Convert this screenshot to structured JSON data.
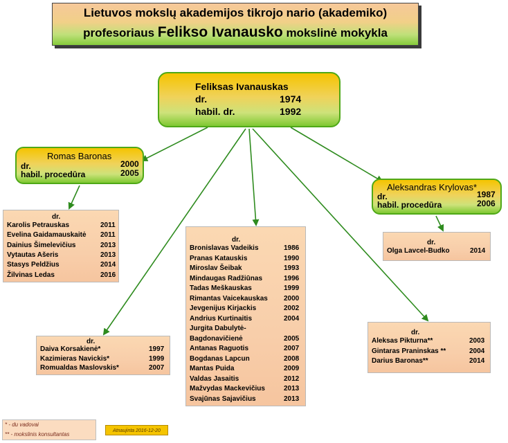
{
  "title": {
    "line1": "Lietuvos mokslų akademijos  tikrojo nario  (akademiko)",
    "line2_prefix": "profesoriaus ",
    "line2_name": "Felikso Ivanausko",
    "line2_suffix": "  mokslinė mokykla"
  },
  "root": {
    "name": "Feliksas  Ivanauskas",
    "dr_label": "dr.",
    "dr_year": "1974",
    "habil_label": "habil. dr.",
    "habil_year": "1992"
  },
  "baronas": {
    "name": "Romas Baronas",
    "dr_label": "dr.",
    "dr_year": "2000",
    "habil_label": "habil. procedūra",
    "habil_year": "2005"
  },
  "krylovas": {
    "name": "Aleksandras Krylovas*",
    "dr_label": "dr.",
    "dr_year": "1987",
    "habil_label": "habil. procedūra",
    "habil_year": "2006"
  },
  "lists": {
    "baronas": {
      "header": "dr.",
      "rows": [
        {
          "name": "Karolis Petrauskas",
          "year": "2011"
        },
        {
          "name": "Evelina Gaidamauskaitė",
          "year": "2011"
        },
        {
          "name": "Dainius Šimelevičius",
          "year": "2013"
        },
        {
          "name": "Vytautas Ašeris",
          "year": "2013"
        },
        {
          "name": "Stasys Peldžius",
          "year": "2014"
        },
        {
          "name": "Žilvinas Ledas",
          "year": "2016"
        }
      ]
    },
    "krylovas": {
      "header": "dr.",
      "rows": [
        {
          "name": "Olga Lavcel-Budko",
          "year": "2014"
        }
      ]
    },
    "center": {
      "header": "dr.",
      "rows": [
        {
          "name": "Bronislavas Vadeikis",
          "year": "1986"
        },
        {
          "name": "Pranas Katauskis",
          "year": "1990"
        },
        {
          "name": "Miroslav Šeibak",
          "year": "1993"
        },
        {
          "name": "Mindaugas Radžiūnas",
          "year": "1996"
        },
        {
          "name": "Tadas Meškauskas",
          "year": "1999"
        },
        {
          "name": "Rimantas Vaicekauskas",
          "year": "2000"
        },
        {
          "name": "Jevgenijus Kirjackis",
          "year": "2002"
        },
        {
          "name": "Andrius Kurtinaitis",
          "year": "2004"
        },
        {
          "name": "Jurgita Dabulytė-",
          "year": ""
        },
        {
          "name": "Bagdonavičienė",
          "year": "2005"
        },
        {
          "name": "Antanas Raguotis",
          "year": "2007"
        },
        {
          "name": "Bogdanas Lapcun",
          "year": "2008"
        },
        {
          "name": "Mantas Puida",
          "year": "2009"
        },
        {
          "name": "Valdas Jasaitis",
          "year": "2012"
        },
        {
          "name": "Mažvydas Mackevičius",
          "year": "2013"
        },
        {
          "name": "Svajūnas Sajavičius",
          "year": "2013"
        }
      ]
    },
    "left": {
      "header": "dr.",
      "rows": [
        {
          "name": "Daiva Korsakienė*",
          "year": "1997"
        },
        {
          "name": "Kazimieras Navickis*",
          "year": "1999"
        },
        {
          "name": "Romualdas Maslovskis*",
          "year": "2007"
        }
      ]
    },
    "right": {
      "header": "dr.",
      "rows": [
        {
          "name": "Aleksas Pikturna**",
          "year": "2003"
        },
        {
          "name": "Gintaras Praninskas **",
          "year": "2004"
        },
        {
          "name": "Darius Baronas**",
          "year": "2014"
        }
      ]
    }
  },
  "legend": {
    "line1": "* - du vadovai",
    "line2": "** - mokslinis konsultantas"
  },
  "updated": "Atnaujinta 2016-12-20",
  "colors": {
    "arrow": "#2e8b1e",
    "node_border": "#4fa817"
  }
}
